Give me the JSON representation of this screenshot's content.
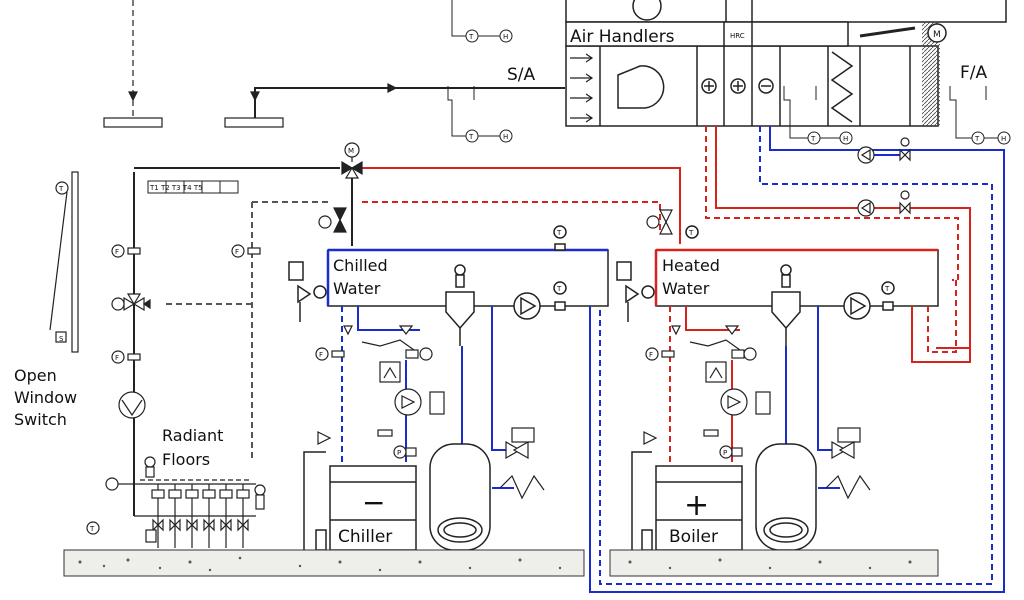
{
  "labels": {
    "air_handlers": "Air Handlers",
    "sa": "S/A",
    "fa": "F/A",
    "hrc": "HRC",
    "chilled_water_1": "Chilled",
    "chilled_water_2": "Water",
    "heated_water_1": "Heated",
    "heated_water_2": "Water",
    "radiant_1": "Radiant",
    "radiant_2": "Floors",
    "open_window_1": "Open",
    "open_window_2": "Window",
    "open_window_3": "Switch",
    "chiller": "Chiller",
    "chiller_sign": "−",
    "boiler": "Boiler",
    "boiler_sign": "+",
    "sensor_bar": "T1 T2 T3 T4 T5",
    "sw_label": "S"
  },
  "symbols": {
    "temperature": "T",
    "humidity": "H",
    "flow": "F",
    "motor": "M",
    "pressure": "P",
    "valve_motor": "M"
  },
  "colors": {
    "chilled": "#1b2ccc",
    "heated": "#d8221c",
    "line": "#111111",
    "gray": "#555555",
    "slab": "#eeeeea"
  }
}
